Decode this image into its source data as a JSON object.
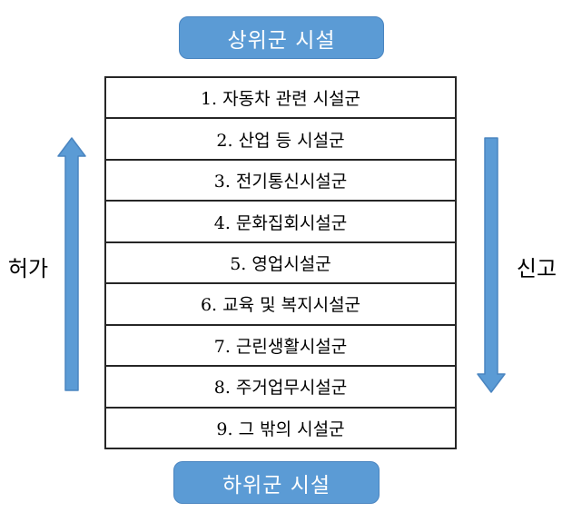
{
  "diagram": {
    "title_top": "상위군 시설",
    "title_bottom": "하위군 시설",
    "left_label": "허가",
    "right_label": "신고",
    "accent_color": "#5B9BD5",
    "accent_border_color": "#4A85C0",
    "table_border_color": "#262626",
    "background_color": "#FFFFFF",
    "left_arrow_direction": "up",
    "right_arrow_direction": "down",
    "rows": [
      {
        "number": "1.",
        "label": "자동차 관련 시설군",
        "text": "1. 자동차 관련 시설군"
      },
      {
        "number": "2.",
        "label": "산업 등 시설군",
        "text": "2. 산업 등 시설군"
      },
      {
        "number": "3.",
        "label": "전기통신시설군",
        "text": "3. 전기통신시설군"
      },
      {
        "number": "4.",
        "label": "문화집회시설군",
        "text": "4. 문화집회시설군"
      },
      {
        "number": "5.",
        "label": "영업시설군",
        "text": "5. 영업시설군"
      },
      {
        "number": "6.",
        "label": "교육 및 복지시설군",
        "text": "6. 교육 및 복지시설군"
      },
      {
        "number": "7.",
        "label": "근린생활시설군",
        "text": "7. 근린생활시설군"
      },
      {
        "number": "8.",
        "label": "주거업무시설군",
        "text": "8. 주거업무시설군"
      },
      {
        "number": "9.",
        "label": "그 밖의 시설군",
        "text": "9. 그 밖의 시설군"
      }
    ]
  }
}
